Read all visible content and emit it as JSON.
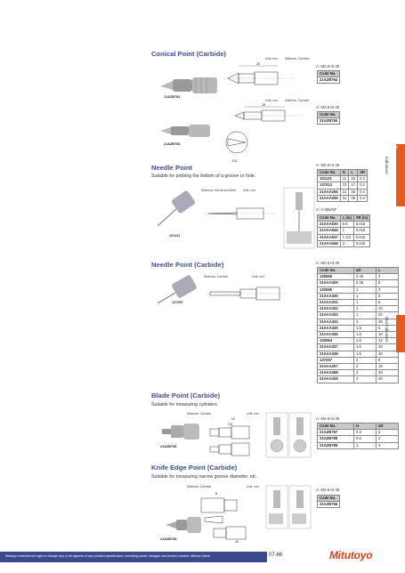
{
  "sections": {
    "conical": {
      "title": "Conical Point (Carbide)",
      "diagram_unit": "Unit: mm",
      "diagram_material": "Material: Carbide",
      "products": [
        {
          "code_label": "21AZB764",
          "thread": "A: M2.5×0.45",
          "header": "Code No.",
          "code": "21AZB764"
        },
        {
          "code_label": "21AZB765",
          "thread": "A: M2.5×0.45",
          "header": "Code No.",
          "code": "21AZB765"
        }
      ],
      "dims": [
        "20",
        "15",
        "0.5"
      ]
    },
    "needle": {
      "title": "Needle Point",
      "subtitle": "Suitable for probing the bottom of a groove or hole.",
      "product_label": "101121",
      "diagram_material": "Material: Hardened steel",
      "diagram_unit": "Unit: mm",
      "thread1": "A: M2.5×0.45",
      "table1": {
        "headers": [
          "Code No.",
          "N",
          "L",
          "SR"
        ],
        "rows": [
          [
            "101121",
            "11",
            "15",
            "0.4"
          ],
          [
            "137413",
            "13",
            "17",
            "0.2"
          ],
          [
            "21AAA255",
            "21",
            "25",
            "0.4"
          ],
          [
            "21AAA256",
            "31",
            "35",
            "0.4"
          ]
        ]
      },
      "thread2": "A: 4-48UNF",
      "table2": {
        "headers": [
          "Code No.",
          "L (in)",
          "SR (in)"
        ],
        "rows": [
          [
            "21AAA030",
            "0.6",
            "0.016"
          ],
          [
            "21AAA046",
            "1",
            "0.016"
          ],
          [
            "21AAA047",
            "1 1/2",
            "0.016"
          ],
          [
            "21AAA048",
            "2",
            "0.016"
          ]
        ]
      }
    },
    "needle_carbide": {
      "title": "Needle Point (Carbide)",
      "product_label": "137257",
      "diagram_material": "Material: Carbide",
      "diagram_unit": "Unit: mm",
      "thread": "A: M2.5×0.45",
      "table": {
        "headers": [
          "Code No.",
          "øD",
          "L"
        ],
        "rows": [
          [
            "120066",
            "0.45",
            "3"
          ],
          [
            "21AAA329",
            "0.45",
            "5"
          ],
          [
            "120065",
            "1",
            "3"
          ],
          [
            "21AAA330",
            "1",
            "5"
          ],
          [
            "21AAA331",
            "1",
            "8"
          ],
          [
            "21AAA332",
            "1",
            "10"
          ],
          [
            "21AAA333",
            "1",
            "20"
          ],
          [
            "21AAA334",
            "1",
            "40"
          ],
          [
            "21AAA335",
            "1.5",
            "5"
          ],
          [
            "21AAA336",
            "1.5",
            "10"
          ],
          [
            "120064",
            "1.5",
            "13"
          ],
          [
            "21AAA337",
            "1.5",
            "20"
          ],
          [
            "21AAA338",
            "1.5",
            "40"
          ],
          [
            "137257",
            "2",
            "8"
          ],
          [
            "21AAA257",
            "2",
            "18"
          ],
          [
            "21AAA258",
            "2",
            "28"
          ],
          [
            "21AAA339",
            "2",
            "40"
          ]
        ]
      }
    },
    "blade": {
      "title": "Blade Point (Carbide)",
      "subtitle": "Suitable for measuring cylinders.",
      "diagram_material": "Material: Carbide",
      "diagram_unit": "Unit: mm",
      "product_label": "21AZB768",
      "dims": [
        "10",
        "2.5"
      ],
      "thread": "A: M2.5×0.45",
      "table": {
        "headers": [
          "Code No.",
          "H",
          "øD"
        ],
        "rows": [
          [
            "21AZB767",
            "0.4",
            "2"
          ],
          [
            "21AZB768",
            "0.6",
            "2"
          ],
          [
            "21AZB769",
            "1",
            "4"
          ]
        ]
      }
    },
    "knife": {
      "title": "Knife Edge Point (Carbide)",
      "subtitle": "Suitable for measuring narrow groove diameter, etc.",
      "diagram_material": "Material: Carbide",
      "diagram_unit": "Unit: mm",
      "product_label": "21AZB766",
      "dims": [
        "8",
        "15"
      ],
      "thread": "A: M2.5×0.45",
      "table_header": "Code No.",
      "table_code": "21AZB766"
    }
  },
  "sidebar": {
    "tab_number": "07",
    "tab_label": "Indicators",
    "label2": "Dial Indicators"
  },
  "footer": {
    "disclaimer": "Mitutoyo reserves the right to change any or all aspects of any product specification, including prices, designs and service content, without notice.",
    "page_number": "07-66",
    "logo": "Mitutoyo"
  },
  "colors": {
    "title": "#3f4f8f",
    "accent": "#e85a1a",
    "footer_bar": "#3b4a8c",
    "logo": "#d8421e"
  }
}
